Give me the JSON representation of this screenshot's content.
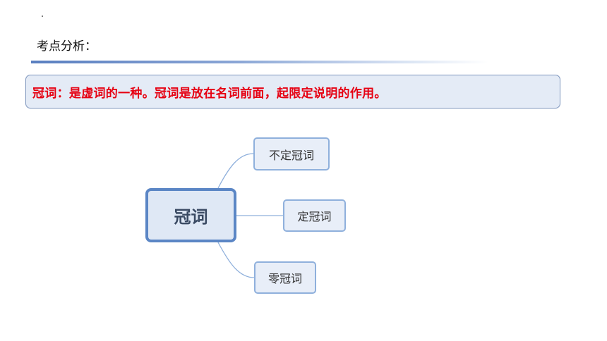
{
  "heading": {
    "text": "考点分析："
  },
  "definition": {
    "text": "冠词：是虚词的一种。冠词是放在名词前面，起限定说明的作用。"
  },
  "mindmap": {
    "center": "冠词",
    "branches": [
      {
        "label": "不定冠词"
      },
      {
        "label": "定冠词"
      },
      {
        "label": "零冠词"
      }
    ]
  },
  "colors": {
    "definition_text": "#e60012",
    "center_border": "#5b86c5",
    "center_fill": "#dfe8f5",
    "leaf_border": "#8fb0dc",
    "leaf_fill": "#e8eef8",
    "connector": "#8fb0dc"
  }
}
